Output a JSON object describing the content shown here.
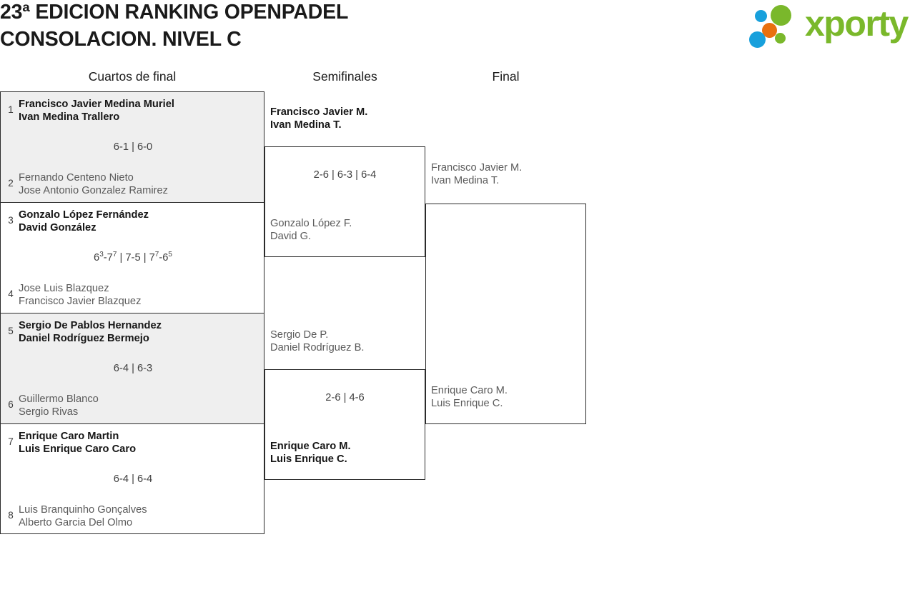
{
  "header": {
    "title": "23ª EDICION RANKING OPENPADEL\nCONSOLACION. NIVEL C",
    "logo": {
      "wordmark": "xporty",
      "dot_colors": [
        "#18a0dc",
        "#7ab82b",
        "#e8700f",
        "#18a0dc",
        "#7ab82b"
      ],
      "wordmark_color": "#7ab82b"
    }
  },
  "rounds": {
    "quarterfinals_label": "Cuartos de final",
    "semifinals_label": "Semifinales",
    "final_label": "Final"
  },
  "bracket": {
    "quarterfinals": [
      {
        "shaded": true,
        "score": "6-1 | 6-0",
        "top": {
          "seed": "1",
          "players": [
            "Francisco Javier Medina Muriel",
            "Ivan Medina Trallero"
          ],
          "winner": true
        },
        "bottom": {
          "seed": "2",
          "players": [
            "Fernando Centeno Nieto",
            "Jose Antonio Gonzalez Ramirez"
          ],
          "winner": false
        }
      },
      {
        "shaded": false,
        "score_html": "6<sup>3</sup>-7<sup>7</sup> | 7-5 | 7<sup>7</sup>-6<sup>5</sup>",
        "score": "63-77 | 7-5 | 77-65",
        "top": {
          "seed": "3",
          "players": [
            "Gonzalo López Fernández",
            "David González"
          ],
          "winner": true
        },
        "bottom": {
          "seed": "4",
          "players": [
            "Jose Luis Blazquez",
            "Francisco Javier Blazquez"
          ],
          "winner": false
        }
      },
      {
        "shaded": true,
        "score": "6-4 | 6-3",
        "top": {
          "seed": "5",
          "players": [
            "Sergio De Pablos Hernandez",
            "Daniel Rodríguez Bermejo"
          ],
          "winner": true
        },
        "bottom": {
          "seed": "6",
          "players": [
            "Guillermo Blanco",
            "Sergio Rivas"
          ],
          "winner": false
        }
      },
      {
        "shaded": false,
        "score": "6-4 | 6-4",
        "top": {
          "seed": "7",
          "players": [
            "Enrique Caro Martin",
            "Luis Enrique Caro Caro"
          ],
          "winner": true
        },
        "bottom": {
          "seed": "8",
          "players": [
            "Luis Branquinho Gonçalves",
            "Alberto Garcia Del Olmo"
          ],
          "winner": false
        }
      }
    ],
    "semifinals": [
      {
        "score": "2-6 | 6-3 | 6-4",
        "top": {
          "players": [
            "Francisco Javier M.",
            "Ivan Medina T."
          ],
          "winner": true
        },
        "bottom": {
          "players": [
            "Gonzalo López F.",
            "David G."
          ],
          "winner": false
        }
      },
      {
        "score": "2-6 | 4-6",
        "top": {
          "players": [
            "Sergio De P.",
            "Daniel Rodríguez B."
          ],
          "winner": false
        },
        "bottom": {
          "players": [
            "Enrique Caro M.",
            "Luis Enrique C."
          ],
          "winner": true
        }
      }
    ],
    "final": {
      "score": "",
      "top": {
        "players": [
          "Francisco Javier M.",
          "Ivan Medina T."
        ],
        "winner": false
      },
      "bottom": {
        "players": [
          "Enrique Caro M.",
          "Luis Enrique C."
        ],
        "winner": false
      }
    }
  }
}
